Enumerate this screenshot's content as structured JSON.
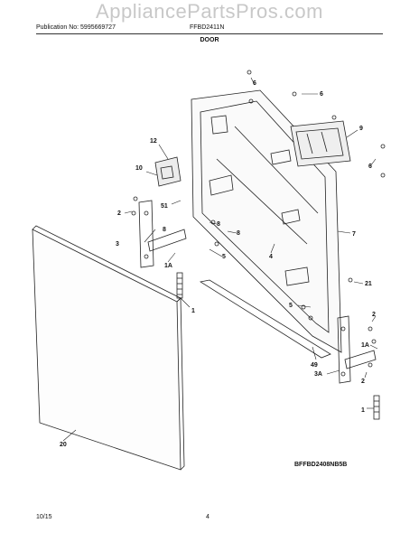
{
  "watermark": "AppliancePartsPros.com",
  "header": {
    "publication": "Publication No: 5995669727",
    "model": "FFBD2411N",
    "section": "DOOR"
  },
  "diagram_code": "BFFBD2408NB5B",
  "footer": {
    "date": "10/15",
    "page": "4"
  },
  "callouts": {
    "c6a": "6",
    "c6b": "6",
    "c6c": "6",
    "c9": "9",
    "c12": "12",
    "c10": "10",
    "c51": "51",
    "c8a": "8",
    "c8b": "8",
    "c8c": "8",
    "c2a": "2",
    "c2b": "2",
    "c2c": "2",
    "c3": "3",
    "c3a": "3A",
    "c5a": "5",
    "c5b": "5",
    "c4": "4",
    "c7": "7",
    "c1a": "1A",
    "c1ab": "1A",
    "c1": "1",
    "c1b": "1",
    "c21": "21",
    "c49": "49",
    "c20": "20"
  }
}
